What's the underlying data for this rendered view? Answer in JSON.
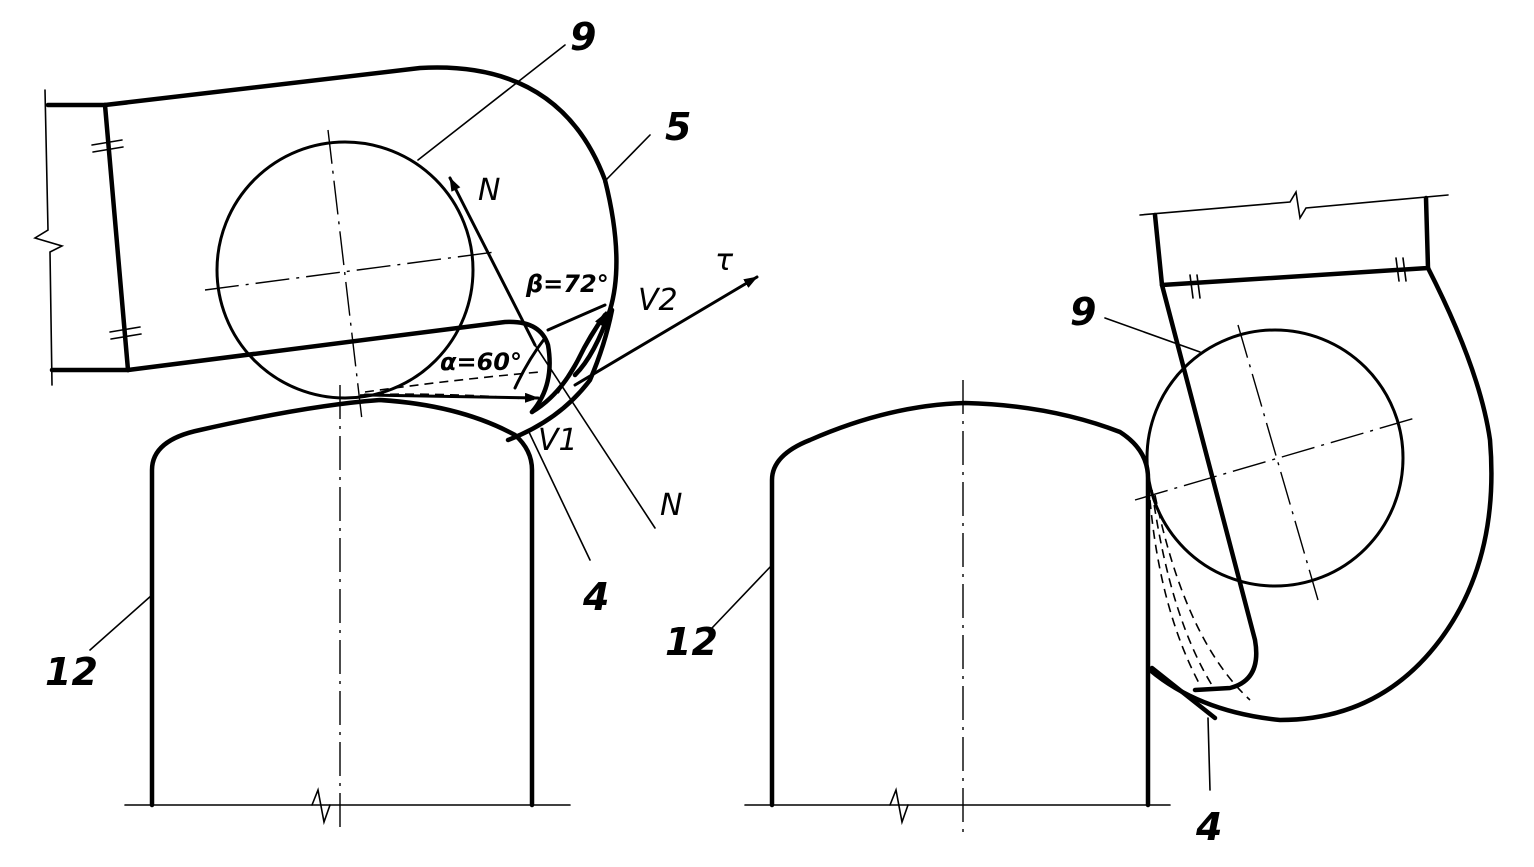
{
  "left_view": {
    "labels": {
      "holder": "9",
      "body": "5",
      "workpiece": "12",
      "tool": "4",
      "normal_top": "N",
      "normal_bottom": "N",
      "tangent": "τ",
      "velocity_1": "V1",
      "velocity_2": "V2",
      "angle_alpha": "α=60°",
      "angle_beta": "β=72°"
    }
  },
  "right_view": {
    "labels": {
      "holder": "9",
      "workpiece": "12",
      "tool": "4"
    }
  }
}
